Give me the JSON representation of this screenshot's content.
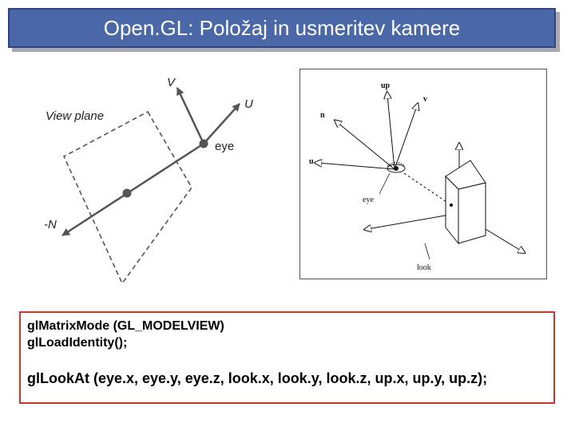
{
  "title": "Open.GL: Položaj in usmeritev kamere",
  "left_diagram": {
    "label_v": "V",
    "label_u": "U",
    "label_view_plane": "View plane",
    "label_eye": "eye",
    "label_neg_n": "-N"
  },
  "right_diagram": {
    "label_up": "up",
    "label_v": "v",
    "label_n": "n",
    "label_u": "u",
    "label_eye": "eye",
    "label_look": "look"
  },
  "code": {
    "line1": "glMatrixMode (GL_MODELVIEW)",
    "line2": "glLoadIdentity();",
    "line3": "glLookAt (eye.x, eye.y, eye.z,  look.x, look.y, look.z,  up.x, up.y, up.z);"
  }
}
